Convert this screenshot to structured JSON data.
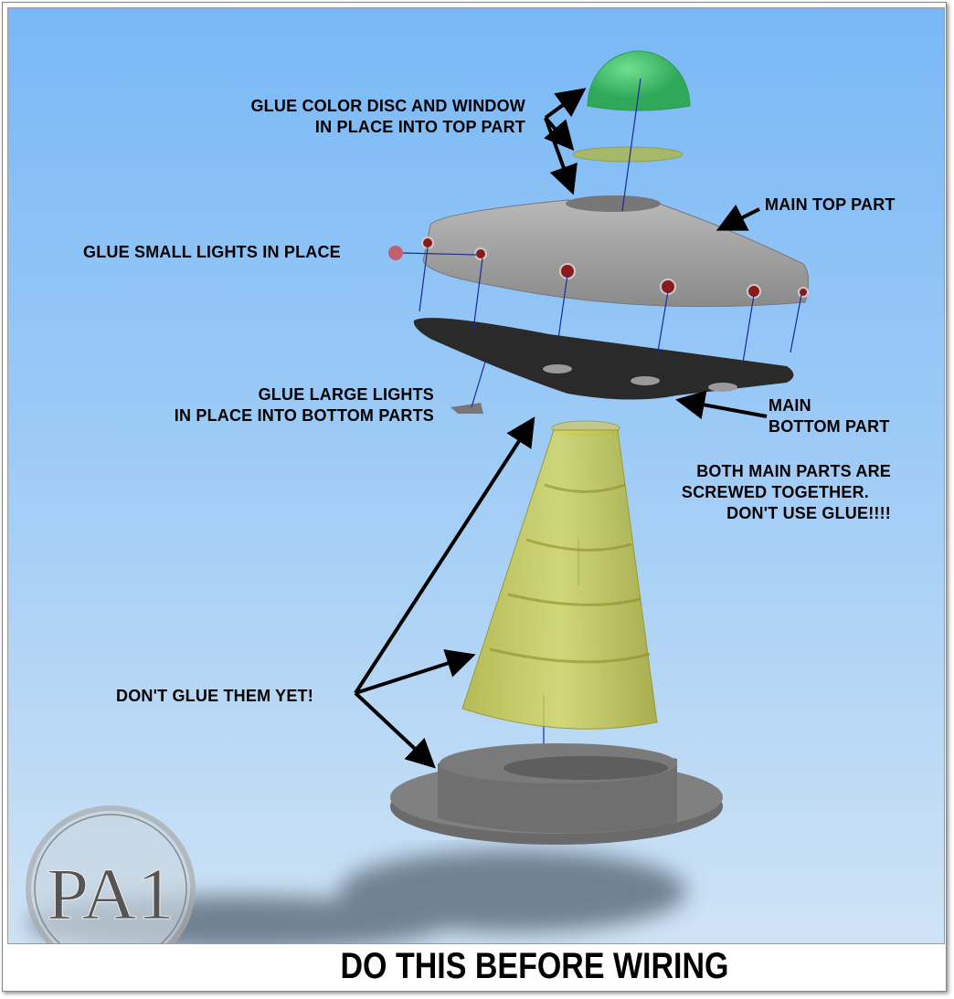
{
  "labels": {
    "color_disc": [
      "GLUE COLOR DISC AND WINDOW",
      "IN PLACE INTO TOP PART"
    ],
    "main_top": "MAIN TOP PART",
    "small_lights": "GLUE SMALL LIGHTS IN PLACE",
    "large_lights": [
      "GLUE LARGE LIGHTS",
      "IN PLACE INTO BOTTOM PARTS"
    ],
    "main_bottom": [
      "MAIN",
      "BOTTOM PART"
    ],
    "screwed": [
      "BOTH MAIN PARTS ARE",
      "SCREWED TOGETHER.",
      "DON'T USE GLUE!!!!"
    ],
    "dont_glue": "DON'T GLUE THEM YET!"
  },
  "logo_text": "PA1",
  "footer_title": "DO THIS BEFORE WIRING",
  "colors": {
    "dome": "#3fbf68",
    "cone": "#c9c845",
    "body": "#9a9a9a",
    "plate": "#2a2a2a",
    "arrow": "#000000",
    "sky_top": "#79b8f6",
    "sky_bottom": "#cfe3f5"
  }
}
